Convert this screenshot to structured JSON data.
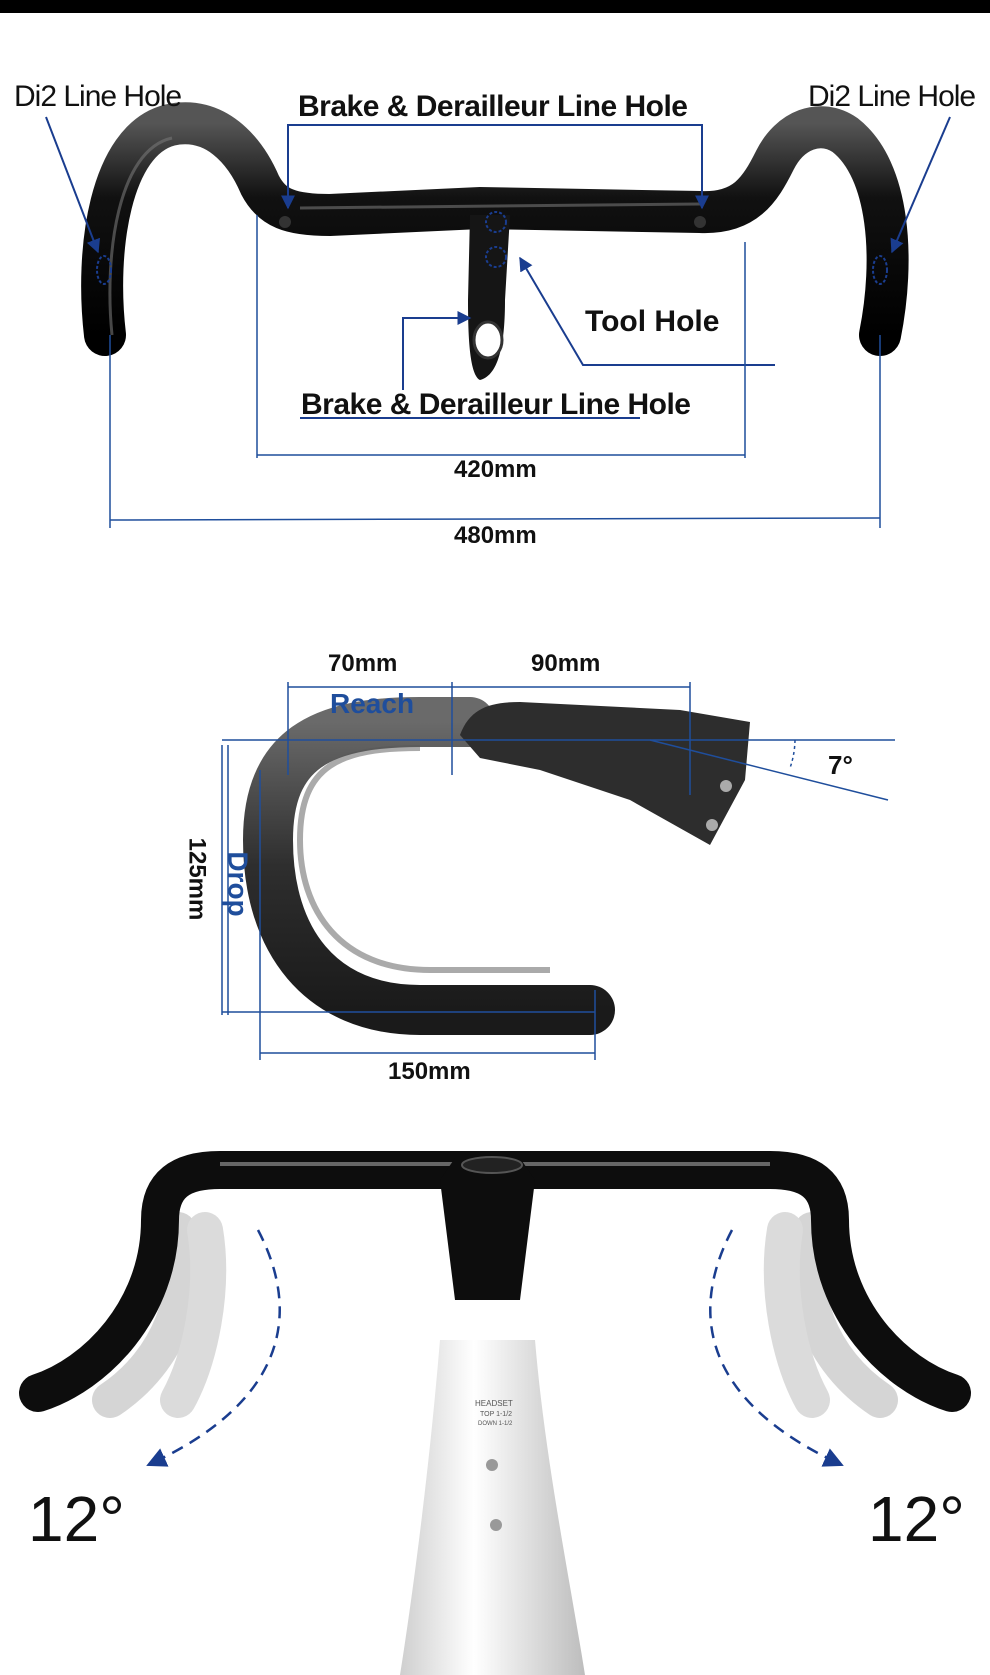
{
  "labels": {
    "di2_left": "Di2 Line Hole",
    "di2_right": "Di2 Line Hole",
    "brake_top": "Brake & Derailleur Line Hole",
    "tool_hole": "Tool Hole",
    "brake_bottom": "Brake & Derailleur Line Hole",
    "width_inner": "420mm",
    "width_outer": "480mm",
    "reach_a": "70mm",
    "reach_b": "90mm",
    "reach": "Reach",
    "angle": "7°",
    "drop_mm": "125mm",
    "drop": "Drop",
    "drop_width": "150mm",
    "flare_left": "12°",
    "flare_right": "12°",
    "headset_line1": "HEADSET",
    "headset_line2": "TOP 1-1/2",
    "headset_line3": "DOWN 1-1/2"
  },
  "colors": {
    "dimension_line": "#1f4e9c",
    "arrow": "#1a3d8f",
    "carbon": "#111111"
  }
}
